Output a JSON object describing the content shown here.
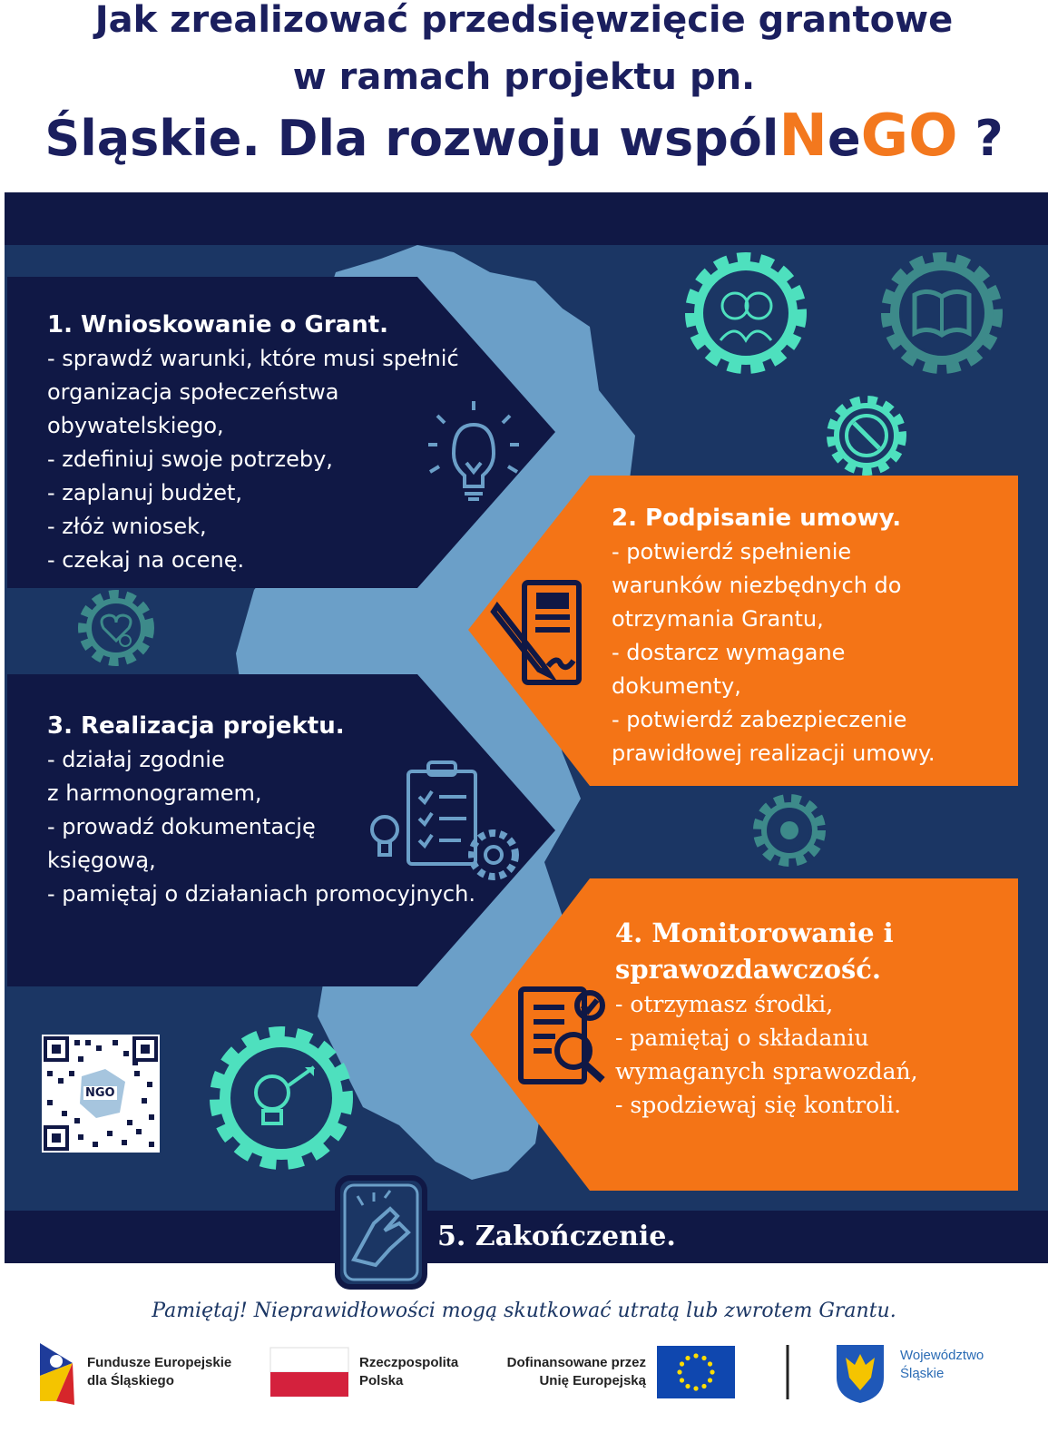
{
  "header": {
    "line1": "Jak zrealizować przedsięwzięcie grantowe",
    "line2": "w ramach projektu pn.",
    "line3_prefix": "Śląskie. Dla rozwoju wspól",
    "line3_N": "N",
    "line3_e": "e",
    "line3_GO": "GO",
    "line3_suffix": " ?"
  },
  "steps": [
    {
      "heading": "1. Wnioskowanie o Grant.",
      "lines": [
        "- sprawdź warunki, które musi spełnić",
        "organizacja społeczeństwa",
        "obywatelskiego,",
        "- zdefiniuj swoje potrzeby,",
        "- zaplanuj budżet,",
        "- złóż wniosek,",
        "- czekaj na ocenę."
      ]
    },
    {
      "heading": "2. Podpisanie umowy.",
      "lines": [
        "- potwierdź spełnienie",
        "warunków niezbędnych do",
        "otrzymania Grantu,",
        "- dostarcz wymagane",
        "dokumenty,",
        "- potwierdź zabezpieczenie",
        "prawidłowej realizacji umowy."
      ]
    },
    {
      "heading": "3. Realizacja projektu.",
      "lines": [
        "- działaj zgodnie",
        "z harmonogramem,",
        "- prowadź dokumentację",
        "księgową,",
        "- pamiętaj o działaniach promocyjnych."
      ]
    },
    {
      "heading_line1": "4. Monitorowanie i",
      "heading_line2": "sprawozdawczość.",
      "lines": [
        "- otrzymasz środki,",
        "- pamiętaj o składaniu",
        "wymaganych sprawozdań,",
        "- spodziewaj się kontroli."
      ]
    },
    {
      "heading": "5. Zakończenie."
    }
  ],
  "qr_label": "NGO",
  "note": "Pamiętaj! Nieprawidłowości mogą skutkować utratą lub zwrotem Grantu.",
  "logos": {
    "fe_line1": "Fundusze Europejskie",
    "fe_line2": "dla Śląskiego",
    "rp_line1": "Rzeczpospolita",
    "rp_line2": "Polska",
    "eu_line1": "Dofinansowane przez",
    "eu_line2": "Unię Europejską",
    "woj_line1": "Województwo",
    "woj_line2": "Śląskie"
  },
  "colors": {
    "navy": "#101845",
    "panel": "#1b3664",
    "map": "#6b9fc8",
    "orange": "#f47416",
    "mint": "#4ee0be",
    "teal": "#3d8a8a"
  },
  "icons": [
    "lightbulb-icon",
    "contract-sign-icon",
    "checklist-icon",
    "report-search-icon",
    "handshake-icon",
    "heart-gear-icon",
    "people-gear-icon",
    "book-gear-icon",
    "compass-gear-icon",
    "cog-icon",
    "idea-gear-icon",
    "qr-code-icon"
  ]
}
